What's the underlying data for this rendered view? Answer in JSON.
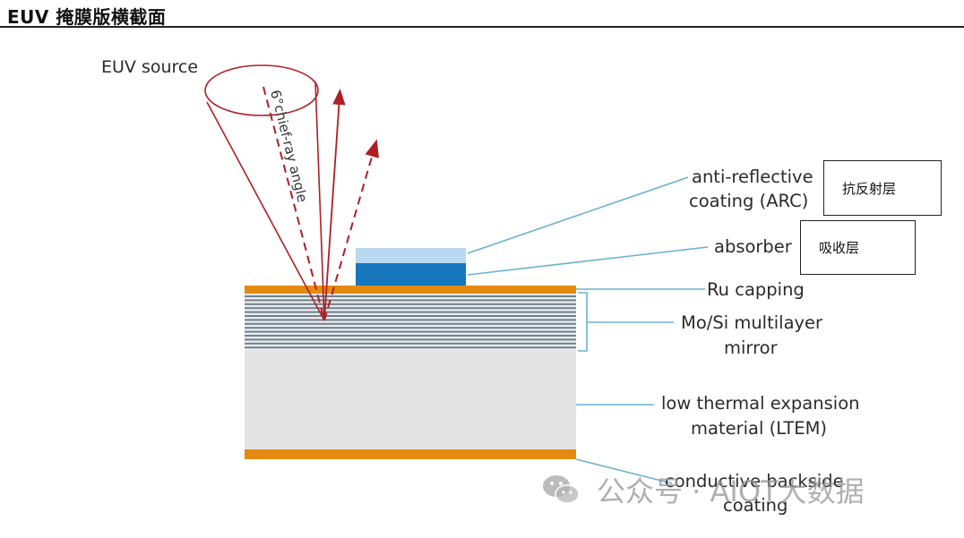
{
  "title": "EUV 掩膜版横截面",
  "source_label": "EUV source",
  "angle_label": "6°chief-ray angle",
  "labels": {
    "arc": [
      "anti-reflective",
      "coating (ARC)"
    ],
    "absorber": "absorber",
    "ru": "Ru capping",
    "mirror": [
      "Mo/Si multilayer",
      "mirror"
    ],
    "ltem": [
      "low thermal expansion",
      "material (LTEM)"
    ],
    "backside": [
      "conductive backside",
      "coating"
    ]
  },
  "cn_boxes": {
    "arc": "抗反射层",
    "absorber": "吸收层"
  },
  "watermark": "公众号 · AIOT大数据",
  "colors": {
    "ray": "#b01e23",
    "orange": "#e58a10",
    "arc_layer": "#b8d8ef",
    "absorber_layer": "#1677bd",
    "leader": "#6ab2cf",
    "ltem": "#e4e4e4",
    "multilayer_line": "#6f7f8a"
  }
}
